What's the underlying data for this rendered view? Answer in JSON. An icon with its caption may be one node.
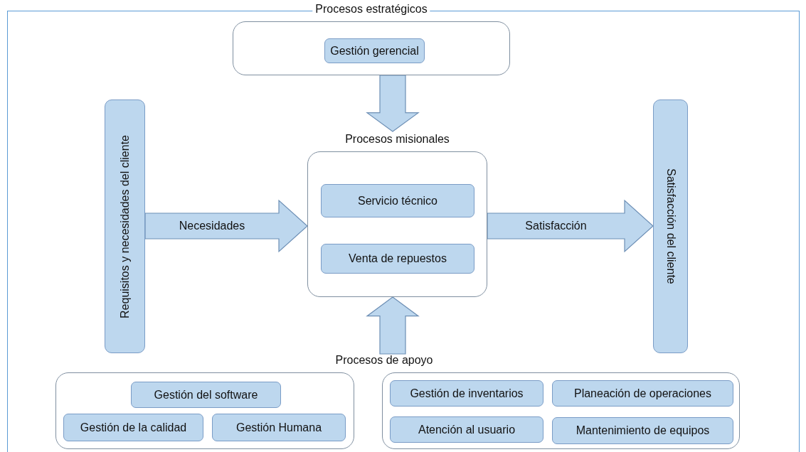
{
  "diagram": {
    "nodes": [
      {
        "text": [
          "Procesos estratégicos"
        ]
      },
      {
        "text": [
          "Gestión gerencial"
        ],
        "in": 0
      },
      {
        "text": [
          "Requisitos y necesidades del cliente"
        ]
      },
      {
        "text": [
          "Procesos misionales"
        ]
      },
      {
        "text": [
          "Servicio técnico"
        ],
        "in": 3
      },
      {
        "text": [
          "Venta de repuestos"
        ],
        "in": 3
      },
      {
        "text": [
          "Satisfacción del cliente"
        ]
      },
      {
        "text": [
          "Procesos de apoyo"
        ]
      },
      {
        "text": [],
        "shape": "box"
      },
      {
        "text": [
          "Gestión del software"
        ],
        "in": 8
      },
      {
        "text": [
          "Gestión de la calidad"
        ],
        "in": 8
      },
      {
        "text": [
          "Gestión Humana"
        ],
        "in": 8
      },
      {
        "text": [],
        "shape": "box"
      },
      {
        "text": [
          "Gestión de inventarios"
        ],
        "in": 12
      },
      {
        "text": [
          "Planeación de operaciones"
        ],
        "in": 12
      },
      {
        "text": [
          "Atención al usuario"
        ],
        "in": 12
      },
      {
        "text": [
          "Mantenimiento de equipos"
        ],
        "in": 12
      }
    ],
    "edges": [
      {
        "from": 0,
        "to": 3,
        "arrow": "to"
      },
      {
        "from": 2,
        "to": 3,
        "arrow": "to",
        "label": "Necesidades"
      },
      {
        "from": 3,
        "to": 6,
        "arrow": "to",
        "label": "Satisfacción"
      },
      {
        "from": 7,
        "to": 3,
        "arrow": "to"
      }
    ]
  }
}
